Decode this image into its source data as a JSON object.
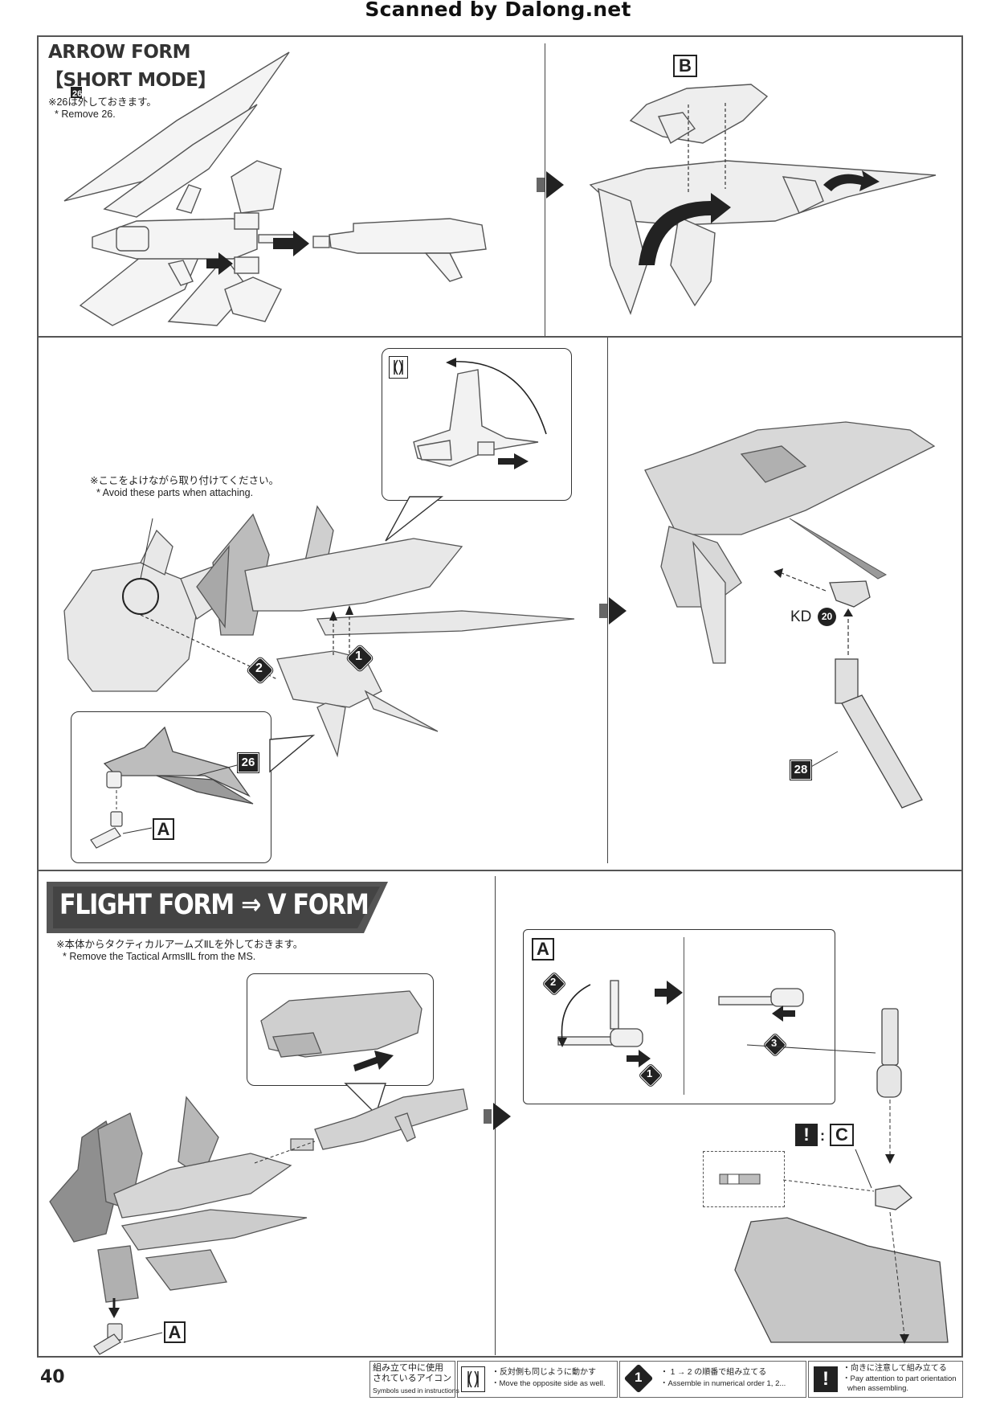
{
  "page": {
    "scan_credit": "Scanned by Dalong.net",
    "page_number": "40"
  },
  "arrow_form": {
    "title_line1": "ARROW FORM",
    "title_line2": "【SHORT MODE】",
    "note_jp": "※26は外しておきます。",
    "note_en": "* Remove 26."
  },
  "attach_step": {
    "note_jp": "※ここをよけながら取り付けてください。",
    "note_en": "* Avoid these parts when attaching.",
    "part_26": "26",
    "letter_a": "A",
    "step_1": "1",
    "step_2": "2",
    "letter_b": "B"
  },
  "kd_step": {
    "kd_label": "KD",
    "kd_number": "20",
    "part_28": "28"
  },
  "flight_form": {
    "title": "FLIGHT FORM ⇒ V FORM",
    "note_jp": "※本体からタクティカルアームズⅡLを外しておきます。",
    "note_en": "* Remove the Tactical ArmsⅡL from the MS.",
    "letter_a": "A",
    "letter_a_box": "A",
    "letter_c": "C",
    "step_1": "1",
    "step_2": "2",
    "step_3": "3",
    "exclaim": "!"
  },
  "legend": {
    "heading_jp_line1": "組み立て中に使用",
    "heading_jp_line2": "されているアイコン",
    "heading_en": "Symbols used in instructions",
    "mirror_jp": "・反対側も同じように動かす",
    "mirror_en": "・Move the opposite side as well.",
    "order_jp": "・ 1 → 2 の順番で組み立てる",
    "order_en": "・Assemble in numerical order 1, 2...",
    "orient_jp": "・向きに注意して組み立てる",
    "orient_en_line1": "・Pay attention to part orientation",
    "orient_en_line2": "when assembling."
  },
  "icons": [
    "mirror-icon",
    "step-order-icon",
    "attention-icon",
    "next-step-arrow-icon"
  ]
}
